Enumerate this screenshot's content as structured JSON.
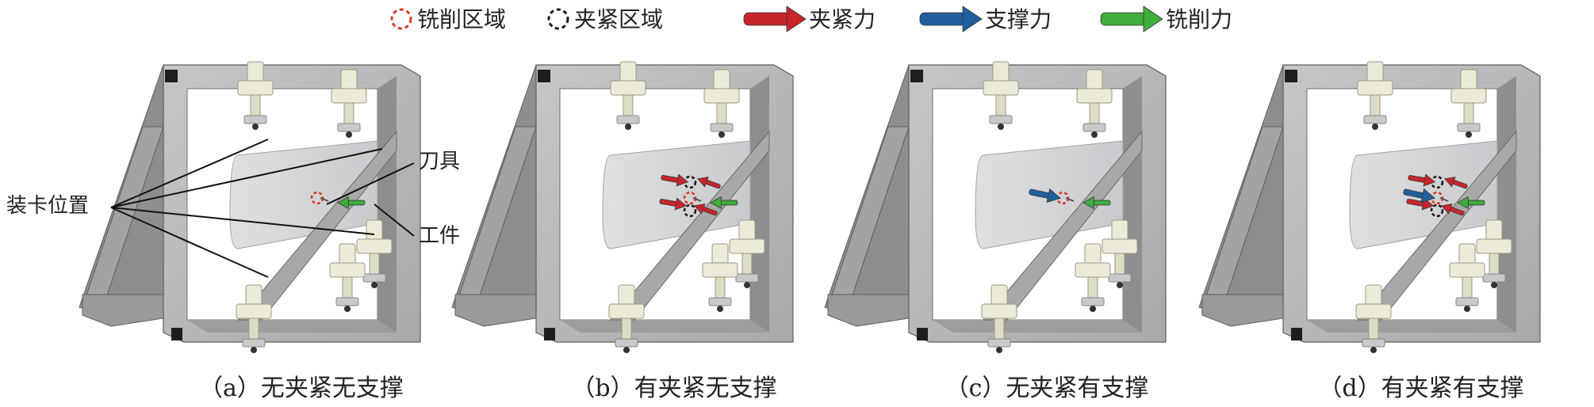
{
  "legend": [
    {
      "label": "铣削区域",
      "symbol": "circle",
      "color": "#d93a2b"
    },
    {
      "label": "夹紧区域",
      "symbol": "circle",
      "color": "#1a1a1a"
    },
    {
      "label": "夹紧力",
      "symbol": "arrow",
      "color": "#c8252b"
    },
    {
      "label": "支撑力",
      "symbol": "arrow",
      "color": "#1f5f9e"
    },
    {
      "label": "铣削力",
      "symbol": "arrow",
      "color": "#3fae3c"
    }
  ],
  "annotations": {
    "mount_position": "装卡位置",
    "tool": "刀具",
    "workpiece": "工件"
  },
  "panels": [
    {
      "caption": "（a）无夹紧无支撑",
      "clamp": false,
      "support": false
    },
    {
      "caption": "（b）有夹紧无支撑",
      "clamp": true,
      "support": false
    },
    {
      "caption": "（c）无夹紧有支撑",
      "clamp": false,
      "support": true
    },
    {
      "caption": "（d）有夹紧有支撑",
      "clamp": true,
      "support": true
    }
  ],
  "colors": {
    "frame_front": "#b9b9b9",
    "frame_side": "#8e8e8e",
    "frame_shadow": "#6f6f6f",
    "workpiece": "#c9cbce",
    "fixture": "#ecebd8",
    "milling_force": "#3fae3c",
    "clamping_force": "#c8252b",
    "support_force": "#1f5f9e"
  }
}
